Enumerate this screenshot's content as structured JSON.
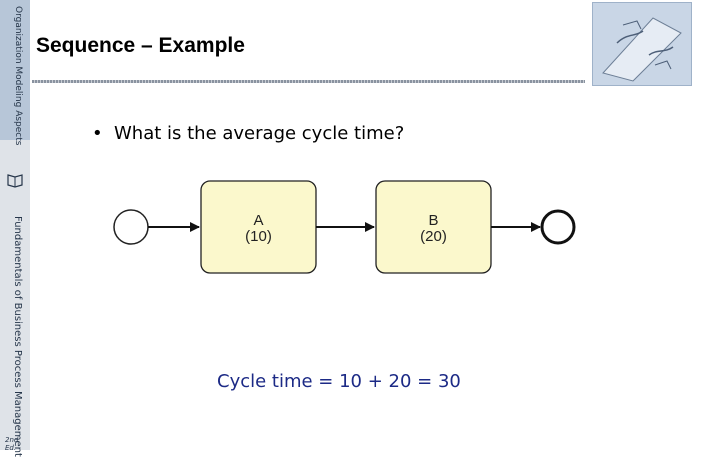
{
  "sidebar": {
    "top_text": "Organization Modeling Aspects",
    "book_title": "Fundamentals of Business Process Management",
    "edition": "2nd Ed."
  },
  "slide": {
    "title": "Sequence – Example",
    "bullet": "What is the average cycle time?",
    "answer": "Cycle time = 10 + 20 = 30"
  },
  "diagram": {
    "tasks": [
      {
        "name": "A",
        "duration": "(10)"
      },
      {
        "name": "B",
        "duration": "(20)"
      }
    ],
    "colors": {
      "task_fill": "#fbf8cc",
      "stroke": "#111111"
    }
  },
  "icons": [
    "book-icon",
    "sketch-image"
  ]
}
